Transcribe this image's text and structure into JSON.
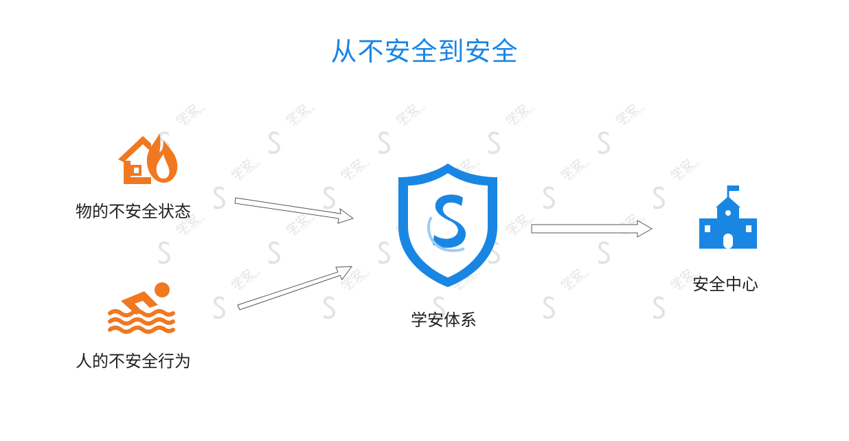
{
  "title": "从不安全到安全",
  "nodes": {
    "unsafe_state": {
      "label": "物的不安全状态",
      "icon": "house-fire-icon",
      "color": "#f07821"
    },
    "unsafe_behavior": {
      "label": "人的不安全行为",
      "icon": "swimmer-icon",
      "color": "#f07821"
    },
    "system": {
      "label": "学安体系",
      "icon": "shield-logo-icon",
      "color": "#1a86e3"
    },
    "center": {
      "label": "安全中心",
      "icon": "school-building-icon",
      "color": "#1a86e3"
    }
  },
  "watermark": {
    "text": "学安",
    "sub": "Safe Campus"
  }
}
